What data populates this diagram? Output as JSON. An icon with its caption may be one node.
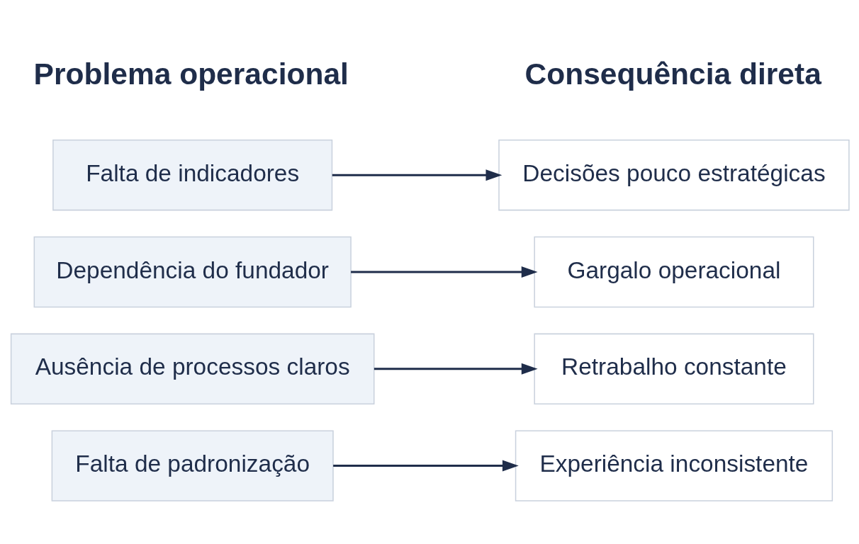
{
  "diagram": {
    "nodes": [
      {
        "text": [
          "Falta de padronização"
        ]
      },
      {
        "text": [
          "Ausência de processos claros"
        ]
      },
      {
        "text": [
          "Dependência do fundador"
        ]
      },
      {
        "text": [
          "Falta de indicadores"
        ]
      },
      {
        "text": [
          "Experiência inconsistente"
        ]
      },
      {
        "text": [
          "Retrabalho constante"
        ]
      },
      {
        "text": [
          "Gargalo operacional"
        ]
      },
      {
        "text": [
          "Decisões pouco estratégicas"
        ]
      }
    ],
    "edges": [
      {
        "from": 0,
        "to": 4,
        "arrow": "to"
      },
      {
        "from": 1,
        "to": 5,
        "arrow": "to"
      },
      {
        "from": 2,
        "to": 6,
        "arrow": "to"
      },
      {
        "from": 3,
        "to": 7,
        "arrow": "to"
      }
    ],
    "labels": [
      "Problema operacional",
      "Consequência direta"
    ]
  }
}
